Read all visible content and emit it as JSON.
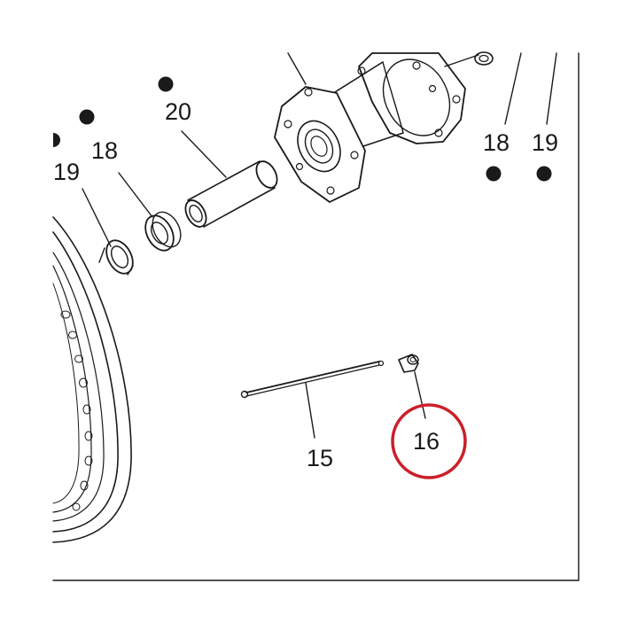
{
  "diagram": {
    "callouts": [
      {
        "id": "c20",
        "text": "20"
      },
      {
        "id": "c18-left",
        "text": "18"
      },
      {
        "id": "c19-left",
        "text": "19"
      },
      {
        "id": "c18-right",
        "text": "18"
      },
      {
        "id": "c19-right",
        "text": "19"
      },
      {
        "id": "c15",
        "text": "15"
      },
      {
        "id": "c16",
        "text": "16"
      }
    ],
    "colors": {
      "line": "#1a1a1a",
      "highlight": "#cc1f2a",
      "background": "#ffffff"
    },
    "highlighted_callout": "16"
  }
}
